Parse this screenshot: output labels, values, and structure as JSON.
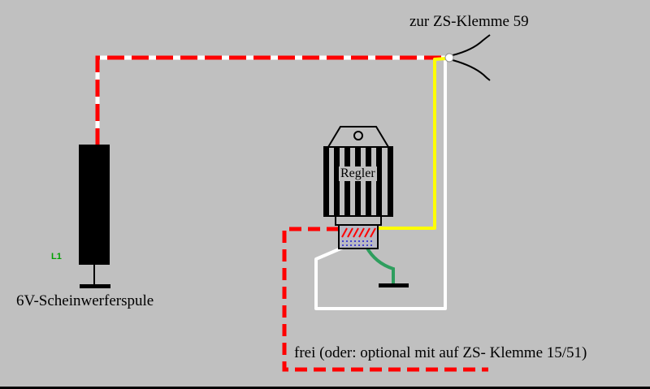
{
  "diagram": {
    "labels": {
      "top_terminal": "zur ZS-Klemme 59",
      "coil_name": "6V-Scheinwerferspule",
      "coil_tag": "L1",
      "regulator": "Regler",
      "bottom_note": "frei (oder: optional mit auf ZS- Klemme 15/51)"
    },
    "colors": {
      "background": "#c0c0c0",
      "wire_red": "#ff0000",
      "wire_white": "#ffffff",
      "wire_yellow": "#ffff00",
      "wire_green": "#2e9e5e",
      "coil_black": "#000000",
      "coil_tag_green": "#00a000",
      "connector_hatch_red": "#ff0000",
      "connector_hatch_blue": "#4444cc",
      "text": "#000000"
    }
  }
}
